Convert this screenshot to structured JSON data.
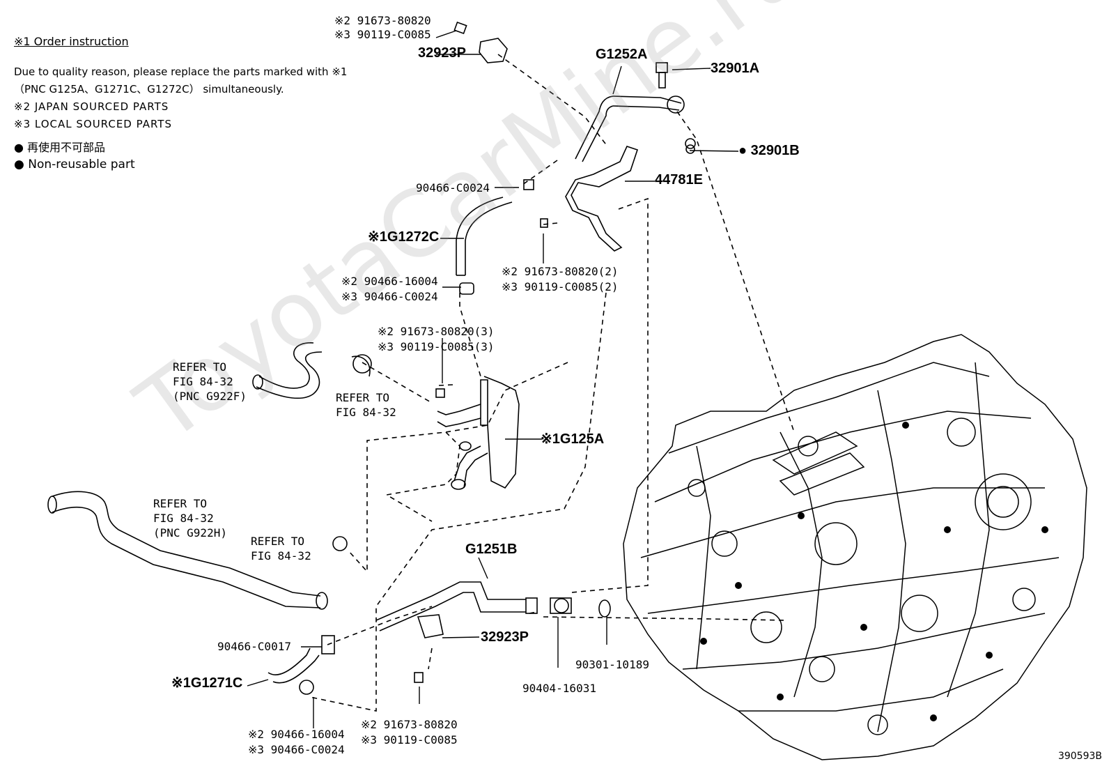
{
  "notes": {
    "order_header": "※1 Order instruction",
    "line1": "Due to quality reason, please replace the parts marked with ※1",
    "line2": "（PNC G125A、G1271C、G1272C）  simultaneously.",
    "japan": "※2 JAPAN SOURCED PARTS",
    "local": "※3 LOCAL SOURCED PARTS",
    "nonreuse_jp": "● 再使用不可部品",
    "nonreuse_en": "● Non-reusable part"
  },
  "labels": {
    "top_bolt_2": "※2 91673-80820",
    "top_bolt_3": "※3 90119-C0085",
    "clamp_top": "32923P",
    "g1252a": "G1252A",
    "bolt_32901a": "32901A",
    "gasket_32901b": "● 32901B",
    "bracket_44781e": "44781E",
    "clip_90466_c0024": "90466-C0024",
    "hose_g1272c": "※1G1272C",
    "bracket_bolt_2": "※2 91673-80820(2)",
    "bracket_bolt_3": "※3 90119-C0085(2)",
    "clamp_upper_2": "※2 90466-16004",
    "clamp_upper_3": "※3 90466-C0024",
    "cooler_bolt_2": "※2 91673-80820(3)",
    "cooler_bolt_3": "※3 90119-C0085(3)",
    "refer_g922f": "REFER TO\nFIG 84-32\n(PNC G922F)",
    "refer_a": "REFER TO\nFIG 84-32",
    "cooler_g125a": "※1G125A",
    "refer_g922h": "REFER TO\nFIG 84-32\n(PNC G922H)",
    "refer_b": "REFER TO\nFIG 84-32",
    "pipe_g1251b": "G1251B",
    "clip_90466_c0017": "90466-C0017",
    "clamp_lower": "32923P",
    "hose_g1271c": "※1G1271C",
    "gasket_90301": "90301-10189",
    "union_90404": "90404-16031",
    "clamp_lower_2": "※2 90466-16004",
    "clamp_lower_3": "※3 90466-C0024",
    "lower_bolt_2": "※2 91673-80820",
    "lower_bolt_3": "※3 90119-C0085",
    "illustration_no": "390593B"
  },
  "watermark": "ToyotaCarMine.ru"
}
